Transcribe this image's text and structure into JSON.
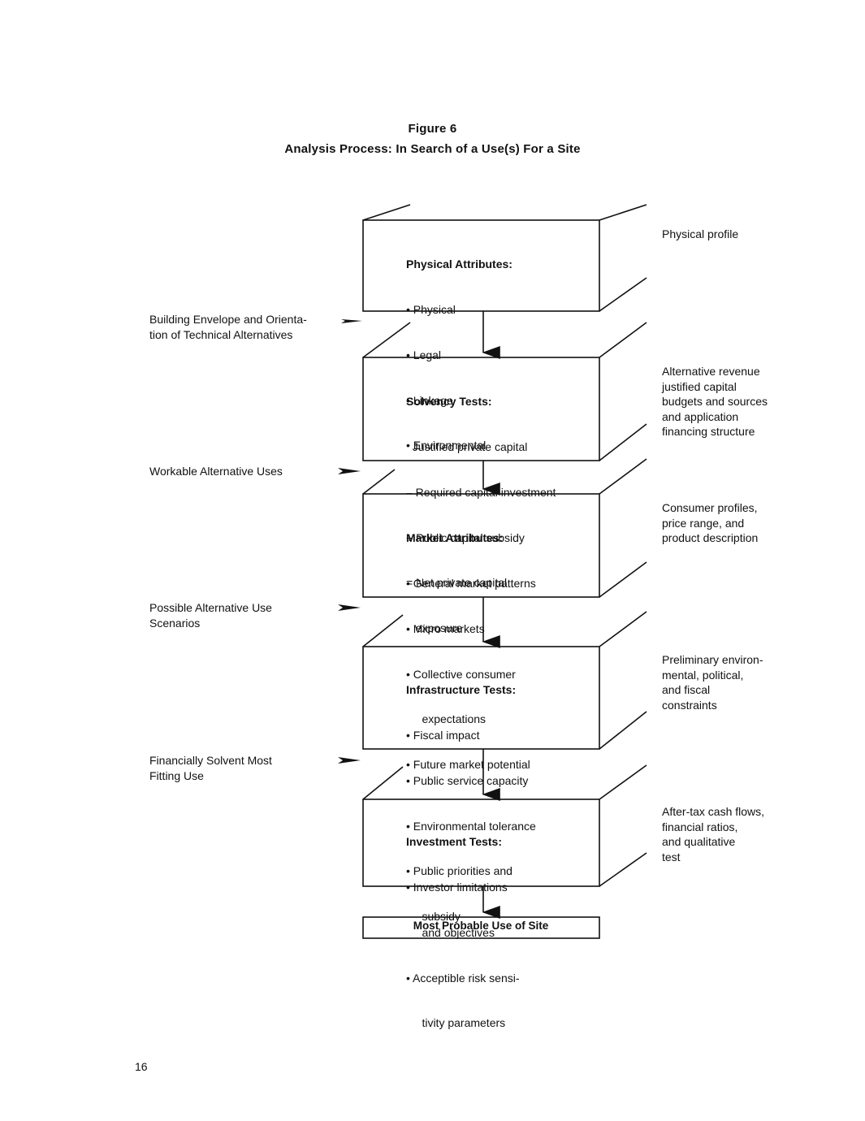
{
  "figure": {
    "number": "Figure 6",
    "title": "Analysis Process: In Search of a Use(s) For a Site"
  },
  "boxes": [
    {
      "heading": "Physical Attributes:",
      "lines": [
        "• Physical",
        "• Legal",
        "• Linkage",
        "• Environmental"
      ]
    },
    {
      "heading": "Solvency Tests:",
      "lines": [
        "  Justified private capital",
        "– Required capital investment",
        "+ Public capital subsidy",
        "= Net private capital",
        "   exposure"
      ]
    },
    {
      "heading": "Market Attributes:",
      "lines": [
        "• General market patterns",
        "• Micro markets",
        "• Collective consumer",
        "     expectations",
        "• Future market potential"
      ]
    },
    {
      "heading": "Infrastructure Tests:",
      "lines": [
        "• Fiscal impact",
        "• Public service capacity",
        "• Environmental tolerance",
        "• Public priorities and",
        "     subsidy"
      ]
    },
    {
      "heading": "Investment Tests:",
      "lines": [
        "• Investor limitations",
        "     and objectives",
        "• Acceptible risk sensi-",
        "     tivity parameters"
      ]
    }
  ],
  "right_notes": [
    "Physical profile",
    "Alternative revenue\njustified capital\nbudgets and sources\nand application\nfinancing structure",
    "Consumer profiles,\nprice range, and\nproduct description",
    "Preliminary environ-\nmental, political,\nand fiscal\nconstraints",
    "After-tax cash flows,\nfinancial ratios,\nand qualitative\ntest"
  ],
  "left_notes": [
    "Building Envelope and Orienta-\ntion of Technical Alternatives",
    "Workable Alternative Uses",
    "Possible Alternative Use\nScenarios",
    "Financially Solvent Most\nFitting Use"
  ],
  "final_box": "Most Probable Use of Site",
  "page_number": "16"
}
